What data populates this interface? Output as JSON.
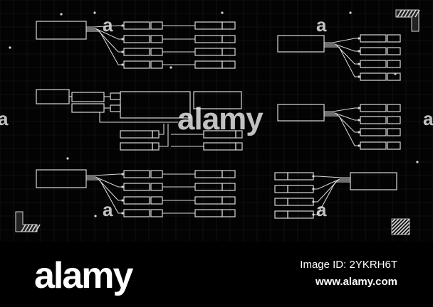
{
  "watermark": {
    "brand": "alamy",
    "small_mark": "a"
  },
  "footer": {
    "logo": "alamy",
    "image_id_label": "Image ID: 2YKRH6T",
    "url": "www.alamy.com"
  },
  "colors": {
    "background": "#030303",
    "grid_line": "#1d1d1d",
    "wire": "#d8d8d8",
    "footer_text": "#ffffff"
  },
  "icons": [
    "corner-bracket-icon",
    "striped-square-icon"
  ]
}
